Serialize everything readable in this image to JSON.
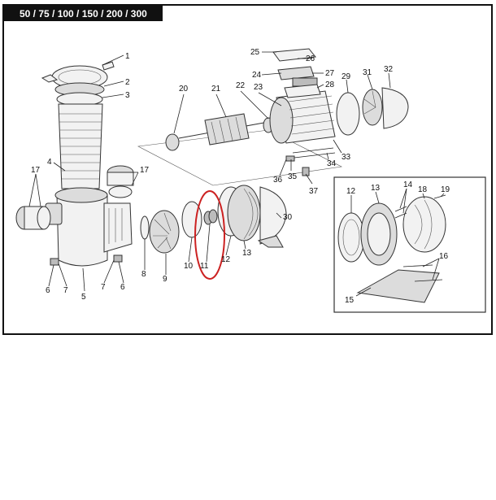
{
  "header": {
    "title": "50 / 75 / 100 / 150 / 200 / 300"
  },
  "diagram": {
    "labels": [
      {
        "id": "l1",
        "text": "1"
      },
      {
        "id": "l2",
        "text": "2"
      },
      {
        "id": "l3",
        "text": "3"
      },
      {
        "id": "l4",
        "text": "4"
      },
      {
        "id": "l5",
        "text": "5"
      },
      {
        "id": "l6a",
        "text": "6"
      },
      {
        "id": "l6b",
        "text": "6"
      },
      {
        "id": "l7a",
        "text": "7"
      },
      {
        "id": "l7b",
        "text": "7"
      },
      {
        "id": "l8",
        "text": "8"
      },
      {
        "id": "l9",
        "text": "9"
      },
      {
        "id": "l10",
        "text": "10"
      },
      {
        "id": "l11",
        "text": "11"
      },
      {
        "id": "l12",
        "text": "12"
      },
      {
        "id": "l13",
        "text": "13"
      },
      {
        "id": "l17a",
        "text": "17"
      },
      {
        "id": "l17b",
        "text": "17"
      },
      {
        "id": "l20",
        "text": "20"
      },
      {
        "id": "l21",
        "text": "21"
      },
      {
        "id": "l22",
        "text": "22"
      },
      {
        "id": "l23",
        "text": "23"
      },
      {
        "id": "l24",
        "text": "24"
      },
      {
        "id": "l25",
        "text": "25"
      },
      {
        "id": "l26",
        "text": "26"
      },
      {
        "id": "l27",
        "text": "27"
      },
      {
        "id": "l28",
        "text": "28"
      },
      {
        "id": "l29",
        "text": "29"
      },
      {
        "id": "l30",
        "text": "30"
      },
      {
        "id": "l31",
        "text": "31"
      },
      {
        "id": "l32",
        "text": "32"
      },
      {
        "id": "l33",
        "text": "33"
      },
      {
        "id": "l34",
        "text": "34"
      },
      {
        "id": "l35",
        "text": "35"
      },
      {
        "id": "l36",
        "text": "36"
      },
      {
        "id": "l37",
        "text": "37"
      },
      {
        "id": "i12",
        "text": "12"
      },
      {
        "id": "i13",
        "text": "13"
      },
      {
        "id": "i14",
        "text": "14"
      },
      {
        "id": "i15",
        "text": "15"
      },
      {
        "id": "i16",
        "text": "16"
      },
      {
        "id": "i18",
        "text": "18"
      },
      {
        "id": "i19",
        "text": "19"
      }
    ]
  },
  "colors": {
    "highlight": "#cc2222",
    "frame": "#111111",
    "header_bg": "#111111"
  }
}
